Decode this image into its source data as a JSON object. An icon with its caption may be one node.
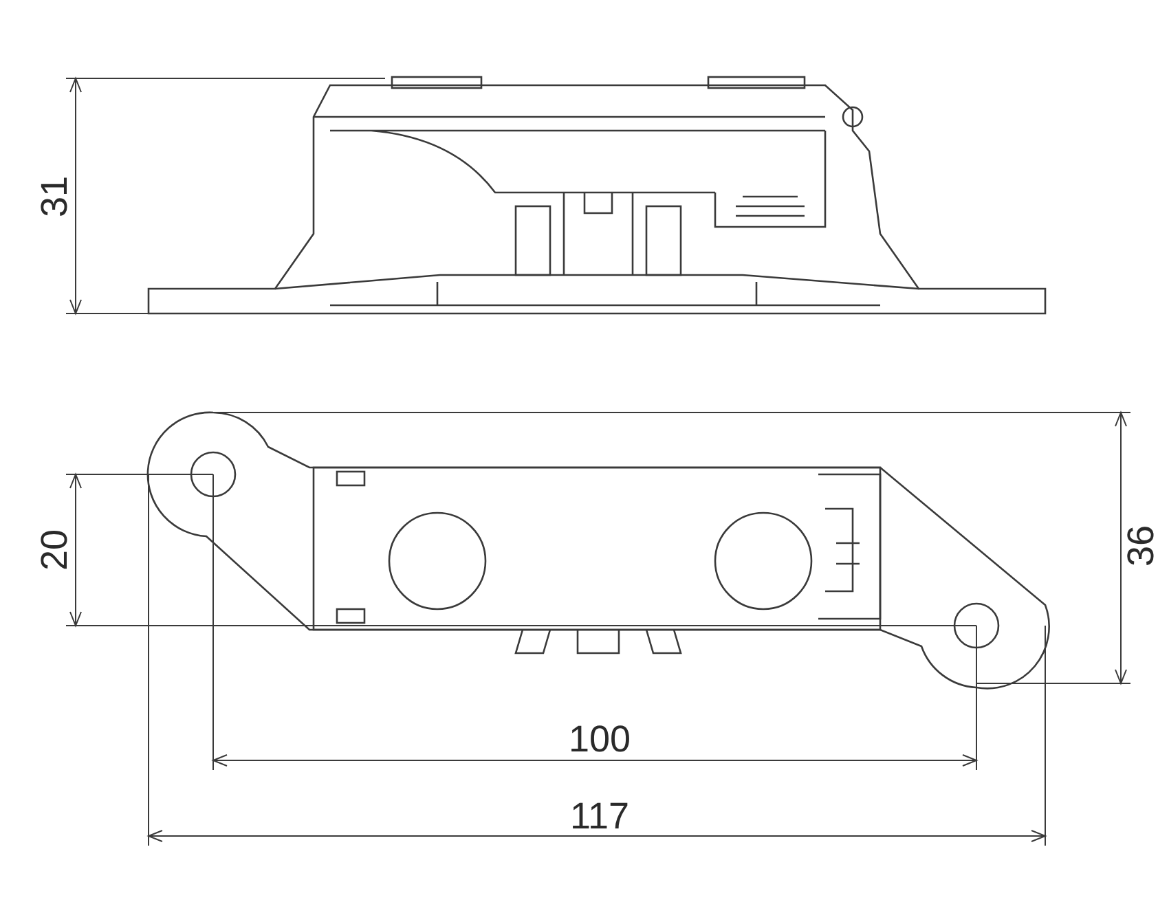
{
  "diagram": {
    "labels": [
      "31",
      "20",
      "36",
      "100",
      "117"
    ]
  }
}
